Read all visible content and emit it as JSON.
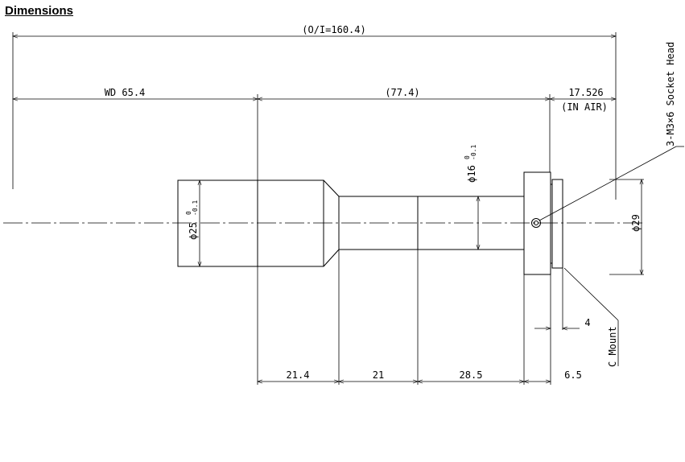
{
  "title": "Dimensions",
  "dimensions": {
    "overall": "(O/I=160.4)",
    "wd": "WD 65.4",
    "body_length": "(77.4)",
    "back_focus": "17.526",
    "back_focus_note": "(IN AIR)",
    "front_diameter": "ϕ25",
    "front_tol_upper": "0",
    "front_tol_lower": "-0.1",
    "mid_diameter": "ϕ16",
    "mid_tol_upper": "0",
    "mid_tol_lower": "-0.1",
    "mount_diameter": "ϕ29",
    "seg1": "21.4",
    "seg2": "21",
    "seg3": "28.5",
    "seg4": "6.5",
    "flange": "4"
  },
  "callouts": {
    "screw": "3-M3×6 Socket Head",
    "mount": "C Mount"
  }
}
